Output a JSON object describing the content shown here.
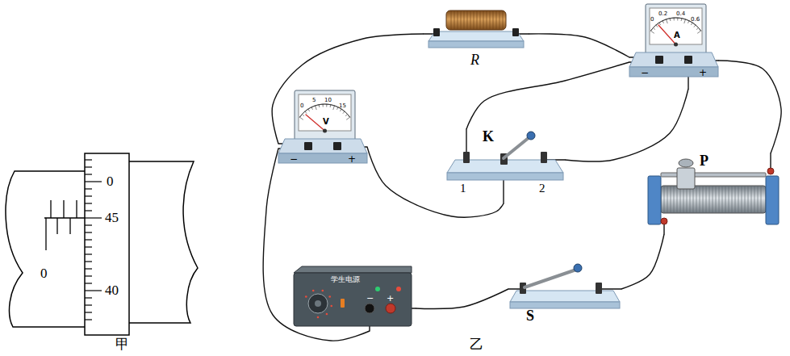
{
  "diagram": {
    "nodes": [
      {
        "text": [
          "R"
        ]
      },
      {
        "text": [
          "0",
          "0.2",
          "0.4",
          "0.6",
          "A",
          "−",
          "+"
        ]
      },
      {
        "text": [
          "0",
          "5",
          "10",
          "15",
          "V",
          "−",
          "+"
        ]
      },
      {
        "text": [
          "K",
          "1",
          "2"
        ]
      },
      {
        "text": [
          "P"
        ]
      },
      {
        "text": [
          "学生电源",
          "−",
          "+"
        ]
      },
      {
        "text": [
          "S"
        ]
      }
    ],
    "edges": [
      {
        "from": 0,
        "to": 2,
        "arrow": "none"
      },
      {
        "from": 2,
        "to": 5,
        "arrow": "none"
      },
      {
        "from": 5,
        "to": 6,
        "arrow": "none"
      },
      {
        "from": 6,
        "to": 4,
        "arrow": "none"
      },
      {
        "from": 0,
        "to": 1,
        "arrow": "none"
      },
      {
        "from": 1,
        "to": 3,
        "arrow": "none"
      },
      {
        "from": 1,
        "to": 3,
        "arrow": "none"
      },
      {
        "from": 2,
        "to": 3,
        "arrow": "none"
      },
      {
        "from": 1,
        "to": 4,
        "arrow": "none"
      }
    ],
    "labels": [
      "0",
      "45",
      "40",
      "0",
      "甲",
      "乙"
    ]
  }
}
